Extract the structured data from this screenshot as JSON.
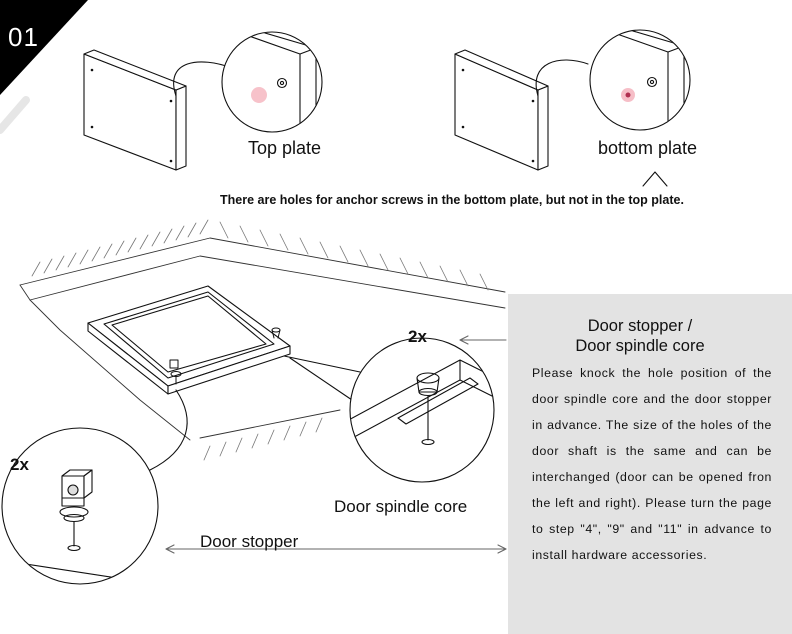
{
  "step": {
    "number": "01"
  },
  "plates": {
    "top_label": "Top plate",
    "bottom_label": "bottom plate",
    "note": "There are holes for anchor screws in the bottom plate, but not in the top plate."
  },
  "callouts": {
    "spindle_qty": "2x",
    "spindle_label": "Door spindle core",
    "stopper_qty": "2x",
    "stopper_label": "Door stopper"
  },
  "panel": {
    "title_line1": "Door stopper /",
    "title_line2": "Door spindle core",
    "body": "Please knock the hole position of the door spindle core and the door stopper in advance. The size of the holes of the door shaft is the same and can be interchanged (door can be opened fron the left and right). Please turn the page to step \"4\", \"9\" and \"11\" in advance to install hardware accessories."
  },
  "colors": {
    "badge": "#000000",
    "panel_bg": "#e3e3e3",
    "hole_highlight": "#f3a8b4",
    "line": "#111111"
  },
  "icons": {
    "arrow_left": "arrow-left-icon",
    "arrow_right": "arrow-right-icon",
    "caret_up": "caret-up-icon"
  }
}
